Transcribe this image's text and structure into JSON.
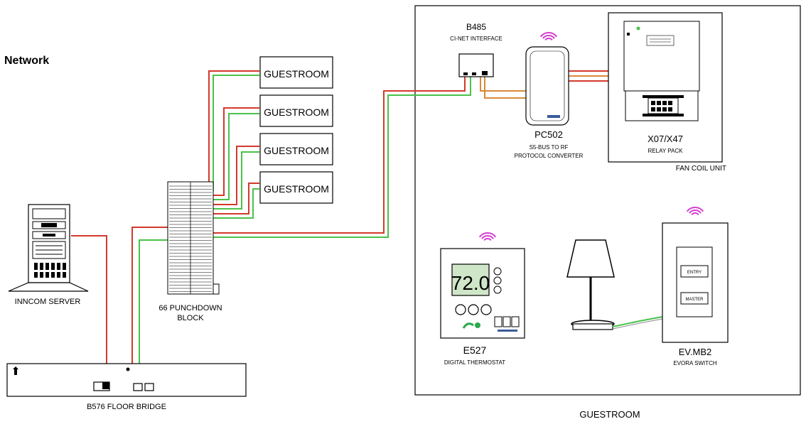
{
  "title": "Network",
  "nodes": {
    "guestrooms": [
      "GUESTROOM",
      "GUESTROOM",
      "GUESTROOM",
      "GUESTROOM"
    ],
    "punchdown": {
      "line1": "66 PUNCHDOWN",
      "line2": "BLOCK"
    },
    "server": {
      "label": "INNCOM SERVER"
    },
    "floor_bridge": {
      "label": "B576 FLOOR BRIDGE"
    },
    "interface": {
      "model": "B485",
      "desc": "CI-NET INTERFACE"
    },
    "converter": {
      "model": "PC502",
      "desc1": "S5-BUS TO RF",
      "desc2": "PROTOCOL CONVERTER"
    },
    "relay_pack": {
      "model": "X07/X47",
      "desc": "RELAY PACK"
    },
    "fan_coil": {
      "label": "FAN COIL UNIT"
    },
    "thermostat": {
      "model": "E527",
      "desc": "DIGITAL THERMOSTAT",
      "reading": "72.0"
    },
    "switch": {
      "model": "EV.MB2",
      "desc": "EVORA SWITCH",
      "button1": "ENTRY",
      "button2": "MASTER"
    },
    "room": {
      "label": "GUESTROOM"
    }
  },
  "colors": {
    "wire_red": "#d23a2c",
    "wire_green": "#49c24a",
    "wire_orange": "#d88a3a",
    "wireless": "#d43fd0"
  }
}
